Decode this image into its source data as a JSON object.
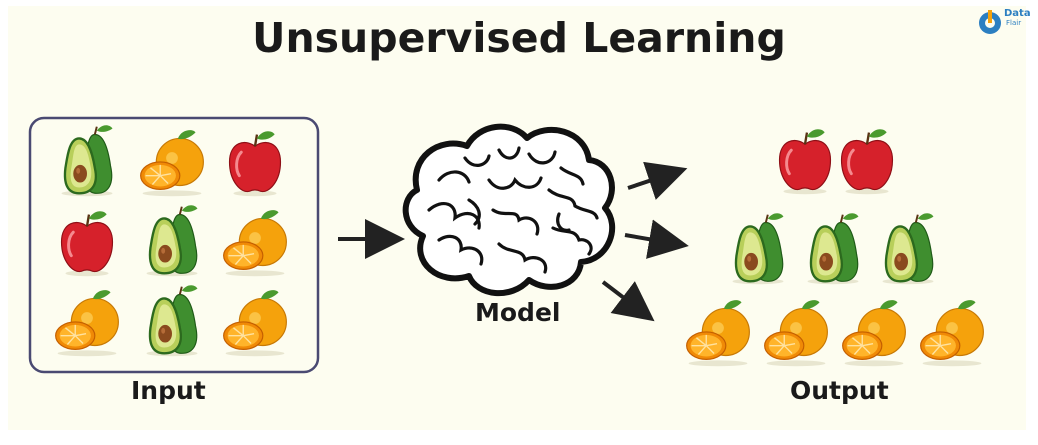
{
  "title": "Unsupervised Learning",
  "logo": {
    "line1": "Data",
    "line2": "Flair"
  },
  "labels": {
    "input": "Input",
    "model": "Model",
    "output": "Output"
  },
  "input_grid": [
    [
      "avocado",
      "orange",
      "apple"
    ],
    [
      "apple",
      "avocado",
      "orange"
    ],
    [
      "orange",
      "avocado",
      "orange"
    ]
  ],
  "output_groups": [
    {
      "fruit": "apple",
      "count": 2
    },
    {
      "fruit": "avocado",
      "count": 3
    },
    {
      "fruit": "orange",
      "count": 4
    }
  ],
  "colors": {
    "background": "#fdfdf0",
    "apple": "#d6212b",
    "orange": "#f5a20c",
    "avocado": "#3f8e2f",
    "arrow": "#222222",
    "box_border": "#4a4a72"
  },
  "icons": [
    "apple-icon",
    "orange-icon",
    "avocado-icon",
    "brain-icon",
    "arrow-icon",
    "dataflair-logo-icon"
  ]
}
